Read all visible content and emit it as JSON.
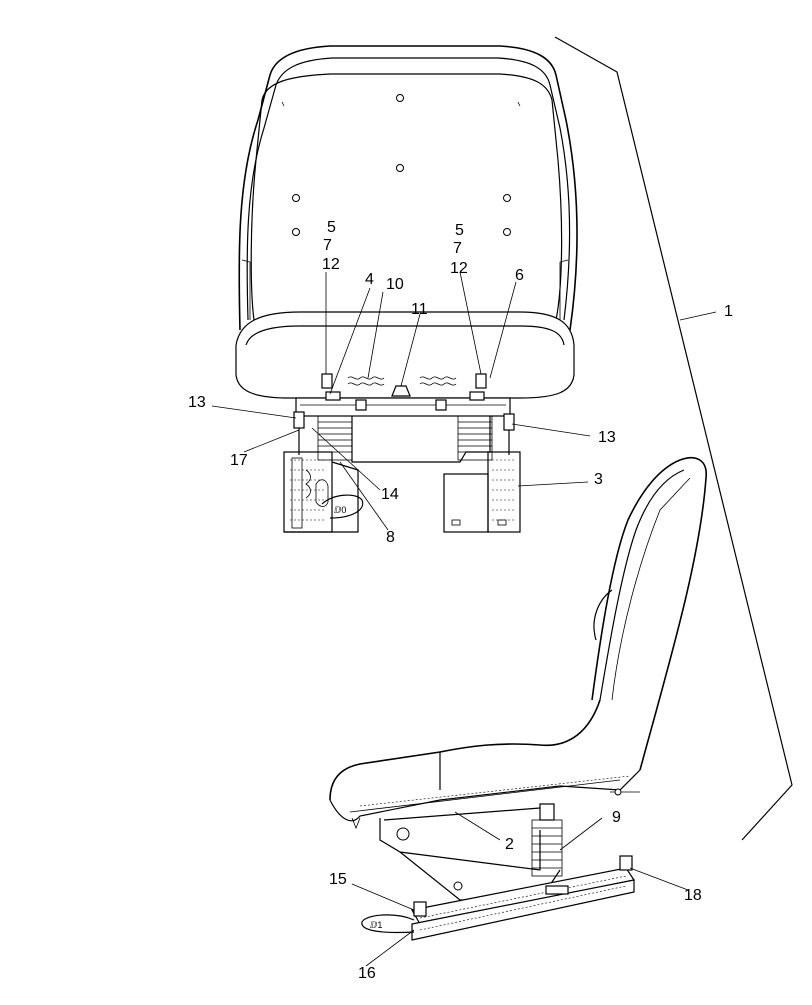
{
  "callouts": {
    "c1": "1",
    "c2": "2",
    "c3": "3",
    "c4": "4",
    "c5a": "5",
    "c7a": "7",
    "c12a": "12",
    "c5b": "5",
    "c7b": "7",
    "c12b": "12",
    "c6": "6",
    "c8": "8",
    "c9": "9",
    "c10": "10",
    "c11": "11",
    "c13a": "13",
    "c13b": "13",
    "c14": "14",
    "c15": "15",
    "c16": "16",
    "c17": "17",
    "c18": "18"
  }
}
